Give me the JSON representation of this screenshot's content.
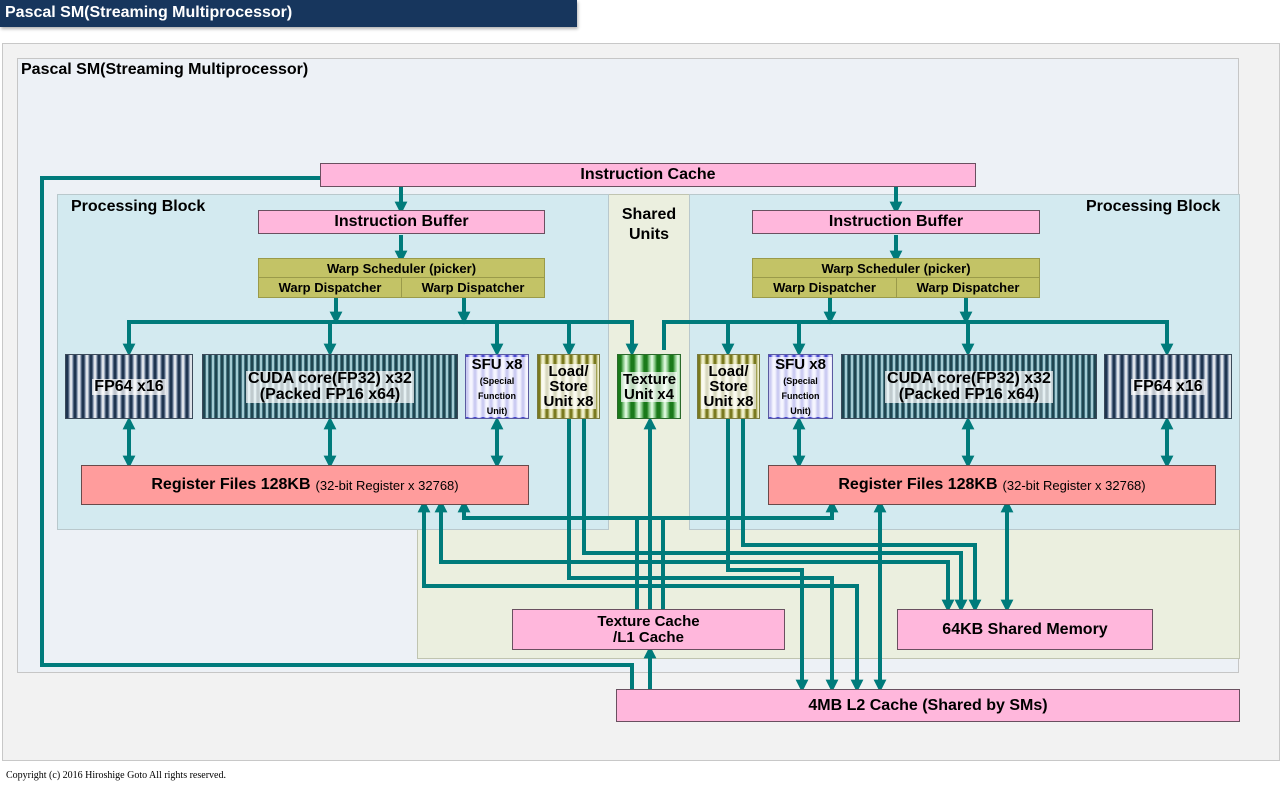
{
  "header": {
    "title": "Pascal SM(Streaming Multiprocessor)"
  },
  "sm": {
    "label": "Pascal SM(Streaming Multiprocessor)",
    "instruction_cache": "Instruction Cache",
    "shared_units": {
      "label": "Shared Units"
    },
    "texture_unit": "Texture Unit x4",
    "texture_cache": {
      "line1": "Texture Cache",
      "line2": "/L1 Cache"
    },
    "shared_memory": "64KB Shared Memory",
    "processing_blocks": [
      {
        "label": "Processing Block",
        "instruction_buffer": "Instruction Buffer",
        "warp_scheduler": "Warp Scheduler (picker)",
        "warp_dispatchers": [
          "Warp Dispatcher",
          "Warp Dispatcher"
        ],
        "fp64": "FP64 x16",
        "cuda": {
          "line1": "CUDA core(FP32) x32",
          "line2": "(Packed FP16 x64)"
        },
        "sfu": {
          "line1": "SFU x8",
          "line2": "(Special",
          "line3": "Function Unit)"
        },
        "lsu": {
          "line1": "Load/",
          "line2": "Store",
          "line3": "Unit x8"
        },
        "register_file": {
          "main": "Register Files 128KB",
          "detail": "(32-bit Register x 32768)"
        }
      },
      {
        "label": "Processing Block",
        "instruction_buffer": "Instruction Buffer",
        "warp_scheduler": "Warp Scheduler (picker)",
        "warp_dispatchers": [
          "Warp Dispatcher",
          "Warp Dispatcher"
        ],
        "fp64": "FP64 x16",
        "cuda": {
          "line1": "CUDA core(FP32) x32",
          "line2": "(Packed FP16 x64)"
        },
        "sfu": {
          "line1": "SFU x8",
          "line2": "(Special",
          "line3": "Function Unit)"
        },
        "lsu": {
          "line1": "Load/",
          "line2": "Store",
          "line3": "Unit x8"
        },
        "register_file": {
          "main": "Register Files 128KB",
          "detail": "(32-bit Register x 32768)"
        }
      }
    ]
  },
  "l2_cache": "4MB L2 Cache (Shared by SMs)",
  "footer": {
    "copyright": "Copyright (c) 2016 Hiroshige Goto All rights reserved."
  },
  "colors": {
    "title_bar": "#17365d",
    "wire": "#007b7b",
    "pink_box": "#ffb7dc",
    "register_file": "#ff9c9c",
    "scheduler": "#c3c366",
    "processing_block_bg": "#d3eaf0",
    "shared_units_bg": "#ebefdf"
  }
}
